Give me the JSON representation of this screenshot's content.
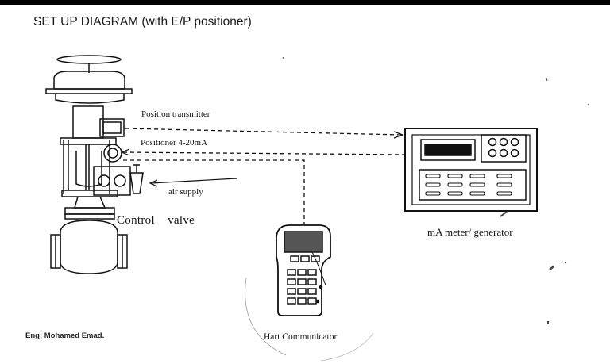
{
  "title": "SET UP DIAGRAM (with E/P positioner)",
  "labels": {
    "position_transmitter": "Position transmitter",
    "positioner_signal": "Positioner 4-20mA",
    "air_supply": "air supply",
    "control_valve": "Control    valve",
    "ma_meter": "mA meter/ generator",
    "hart": "Hart Communicator"
  },
  "credit": "Eng: Mohamed Emad."
}
